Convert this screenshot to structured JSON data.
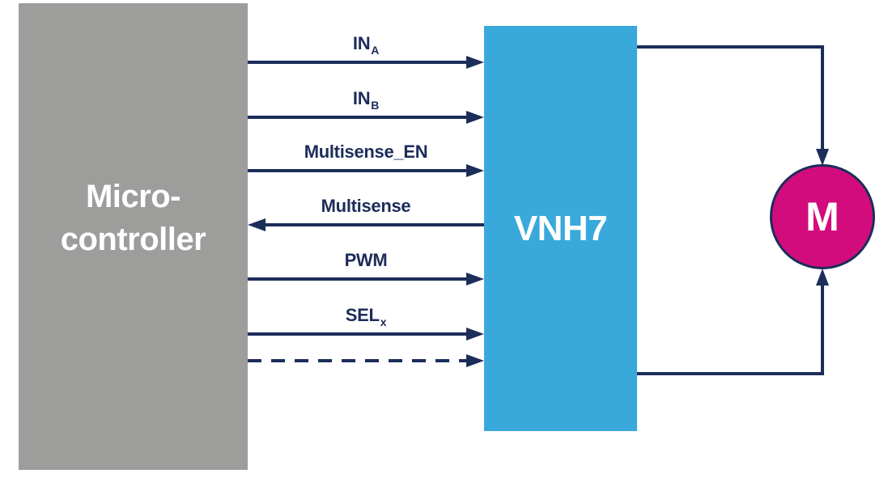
{
  "microcontroller": {
    "line1": "Micro-",
    "line2": "controller"
  },
  "driver": {
    "label": "VNH7"
  },
  "motor": {
    "label": "M"
  },
  "signals": [
    {
      "main": "IN",
      "sub": "A",
      "direction": "right",
      "style": "solid"
    },
    {
      "main": "IN",
      "sub": "B",
      "direction": "right",
      "style": "solid"
    },
    {
      "main": "Multisense_EN",
      "sub": "",
      "direction": "right",
      "style": "solid"
    },
    {
      "main": "Multisense",
      "sub": "",
      "direction": "left",
      "style": "solid"
    },
    {
      "main": "PWM",
      "sub": "",
      "direction": "right",
      "style": "solid"
    },
    {
      "main": "SEL",
      "sub": "x",
      "direction": "right",
      "style": "solid"
    },
    {
      "main": "",
      "sub": "",
      "direction": "right",
      "style": "dashed"
    }
  ],
  "colors": {
    "microcontroller_fill": "#9d9d9c",
    "driver_fill": "#39a9dc",
    "motor_fill": "#d30c7e",
    "wire": "#1c2d5a",
    "block_text": "#ffffff"
  }
}
